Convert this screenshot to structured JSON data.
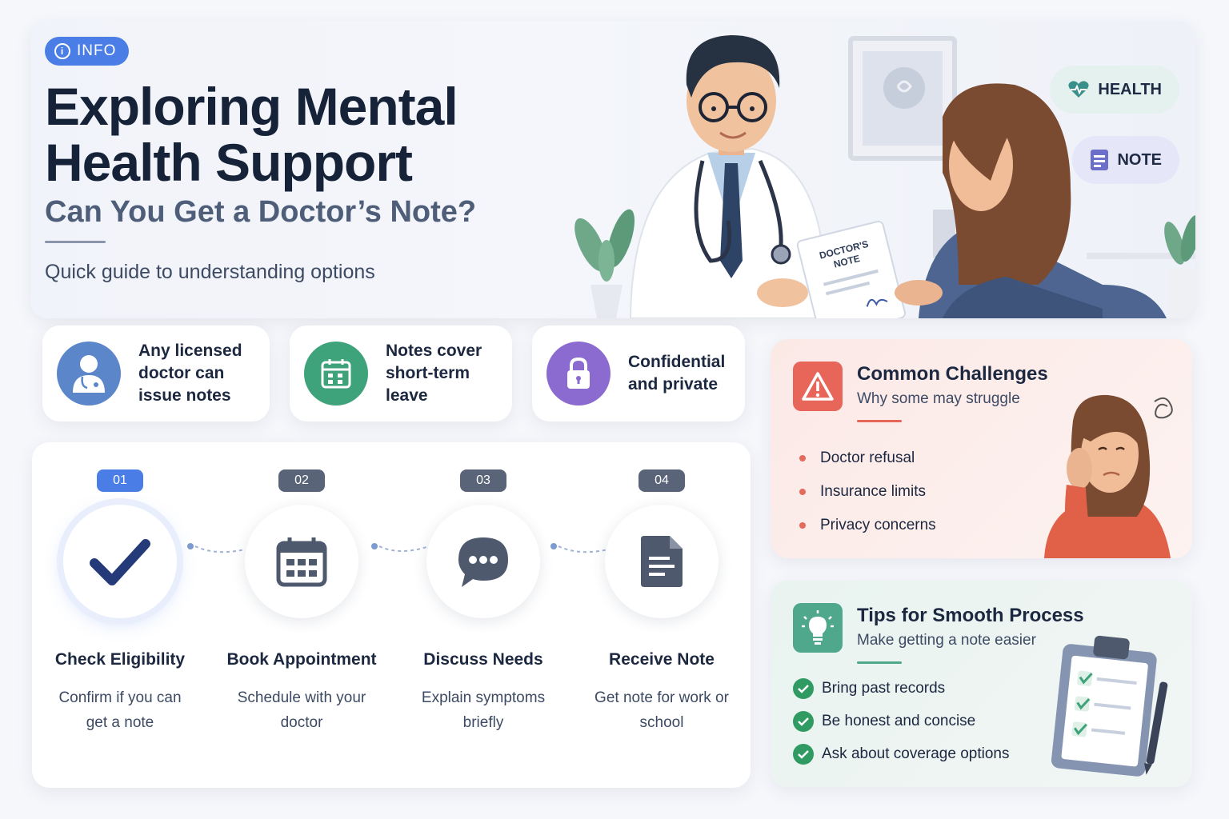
{
  "hero": {
    "badge": "INFO",
    "title": "Exploring Mental Health Support",
    "subtitle": "Can You Get a Doctor’s Note?",
    "tagline": "Quick guide to understanding options",
    "note_paper_text": "DOCTOR'S NOTE",
    "chips": {
      "health": "HEALTH",
      "note": "NOTE"
    }
  },
  "features": [
    {
      "text": "Any licensed doctor can issue notes",
      "icon": "doctor-icon",
      "color": "#5b86c9"
    },
    {
      "text": "Notes cover short-term leave",
      "icon": "calendar-icon",
      "color": "#3ea27a"
    },
    {
      "text": "Confidential and private",
      "icon": "lock-icon",
      "color": "#8b6bd0"
    }
  ],
  "steps": [
    {
      "num": "01",
      "title": "Check Eligibility",
      "desc": "Confirm if you can get a note",
      "icon": "checkmark-icon"
    },
    {
      "num": "02",
      "title": "Book Appointment",
      "desc": "Schedule with your doctor",
      "icon": "calendar-icon"
    },
    {
      "num": "03",
      "title": "Discuss Needs",
      "desc": "Explain symptoms briefly",
      "icon": "chat-bubble-icon"
    },
    {
      "num": "04",
      "title": "Receive Note",
      "desc": "Get note for work or school",
      "icon": "document-icon"
    }
  ],
  "challenges": {
    "title": "Common Challenges",
    "subtitle": "Why some may struggle",
    "icon": "warning-icon",
    "items": [
      "Doctor refusal",
      "Insurance limits",
      "Privacy concerns"
    ]
  },
  "tips": {
    "title": "Tips for Smooth Process",
    "subtitle": "Make getting a note easier",
    "icon": "lightbulb-icon",
    "items": [
      "Bring past records",
      "Be honest and concise",
      "Ask about coverage options"
    ]
  },
  "colors": {
    "primary": "#4a7ee6",
    "navy": "#152238",
    "step_gray": "#5a6478",
    "alert": "#e8655a",
    "success": "#2f9b62"
  }
}
